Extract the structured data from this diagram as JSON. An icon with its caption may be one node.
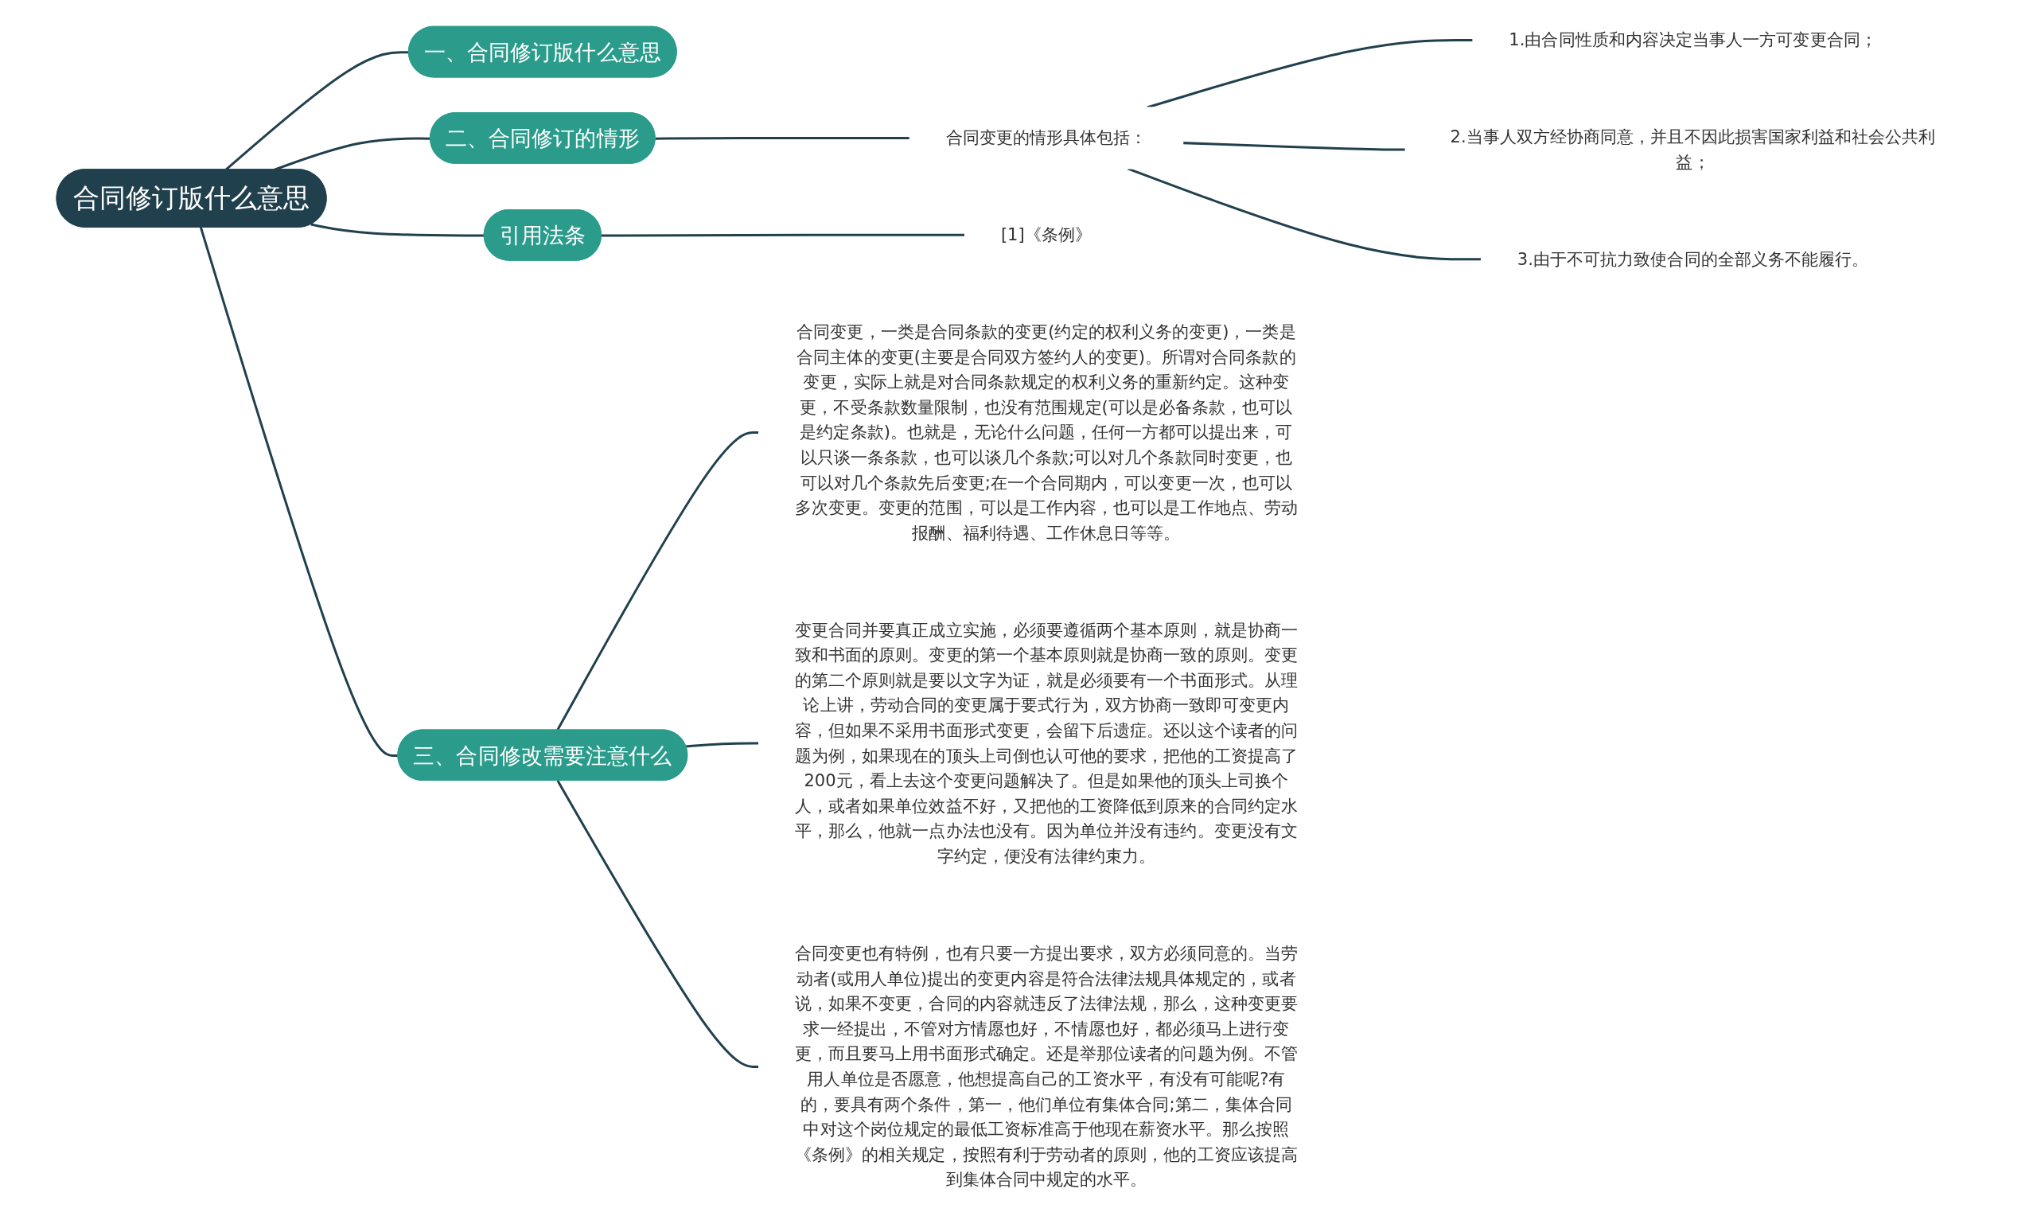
{
  "diagram": {
    "nodes": [
      {
        "text": [
          "合同修订版什么意思"
        ]
      },
      {
        "text": [
          "一、合同修订版什么意思"
        ]
      },
      {
        "text": [
          "二、合同修订的情形"
        ]
      },
      {
        "text": [
          "合同变更的情形具体包括："
        ]
      },
      {
        "text": [
          "1.由合同性质和内容决定当事人一方可变更合同；"
        ]
      },
      {
        "text": [
          "2.当事人双方经协商同意，并且不因此损害国家利益和社会公共利益；"
        ]
      },
      {
        "text": [
          "3.由于不可抗力致使合同的全部义务不能履行。"
        ]
      },
      {
        "text": [
          "引用法条"
        ]
      },
      {
        "text": [
          "[1]《条例》"
        ]
      },
      {
        "text": [
          "三、合同修改需要注意什么"
        ]
      },
      {
        "text": [
          "合同变更，一类是合同条款的变更(约定的权利义务的变更)，一类是合同主体的变更(主要是合同双方签约人的变更)。所谓对合同条款的变更，实际上就是对合同条款规定的权利义务的重新约定。这种变更，不受条款数量限制，也没有范围规定(可以是必备条款，也可以是约定条款)。也就是，无论什么问题，任何一方都可以提出来，可以只谈一条条款，也可以谈几个条款;可以对几个条款同时变更，也可以对几个条款先后变更;在一个合同期内，可以变更一次，也可以多次变更。变更的范围，可以是工作内容，也可以是工作地点、劳动报酬、福利待遇、工作休息日等等。"
        ]
      },
      {
        "text": [
          "变更合同并要真正成立实施，必须要遵循两个基本原则，就是协商一致和书面的原则。变更的第一个基本原则就是协商一致的原则。变更的第二个原则就是要以文字为证，就是必须要有一个书面形式。从理论上讲，劳动合同的变更属于要式行为，双方协商一致即可变更内容，但如果不采用书面形式变更，会留下后遗症。还以这个读者的问题为例，如果现在的顶头上司倒也认可他的要求，把他的工资提高了200元，看上去这个变更问题解决了。但是如果他的顶头上司换个人，或者如果单位效益不好，又把他的工资降低到原来的合同约定水平，那么，他就一点办法也没有。因为单位并没有违约。变更没有文字约定，便没有法律约束力。"
        ]
      },
      {
        "text": [
          "合同变更也有特例，也有只要一方提出要求，双方必须同意的。当劳动者(或用人单位)提出的变更内容是符合法律法规具体规定的，或者说，如果不变更，合同的内容就违反了法律法规，那么，这种变更要求一经提出，不管对方情愿也好，不情愿也好，都必须马上进行变更，而且要马上用书面形式确定。还是举那位读者的问题为例。不管用人单位是否愿意，他想提高自己的工资水平，有没有可能呢?有的，要具有两个条件，第一，他们单位有集体合同;第二，集体合同中对这个岗位规定的最低工资标准高于他现在薪资水平。那么按照《条例》的相关规定，按照有利于劳动者的原则，他的工资应该提高到集体合同中规定的水平。"
        ]
      }
    ],
    "edges": [
      {
        "from": 0,
        "to": 1,
        "arrow": "none"
      },
      {
        "from": 0,
        "to": 2,
        "arrow": "none"
      },
      {
        "from": 2,
        "to": 3,
        "arrow": "none"
      },
      {
        "from": 3,
        "to": 4,
        "arrow": "none"
      },
      {
        "from": 3,
        "to": 5,
        "arrow": "none"
      },
      {
        "from": 3,
        "to": 6,
        "arrow": "none"
      },
      {
        "from": 0,
        "to": 7,
        "arrow": "none"
      },
      {
        "from": 7,
        "to": 8,
        "arrow": "none"
      },
      {
        "from": 0,
        "to": 9,
        "arrow": "none"
      },
      {
        "from": 9,
        "to": 10,
        "arrow": "none"
      },
      {
        "from": 9,
        "to": 11,
        "arrow": "none"
      },
      {
        "from": 9,
        "to": 12,
        "arrow": "none"
      }
    ]
  }
}
